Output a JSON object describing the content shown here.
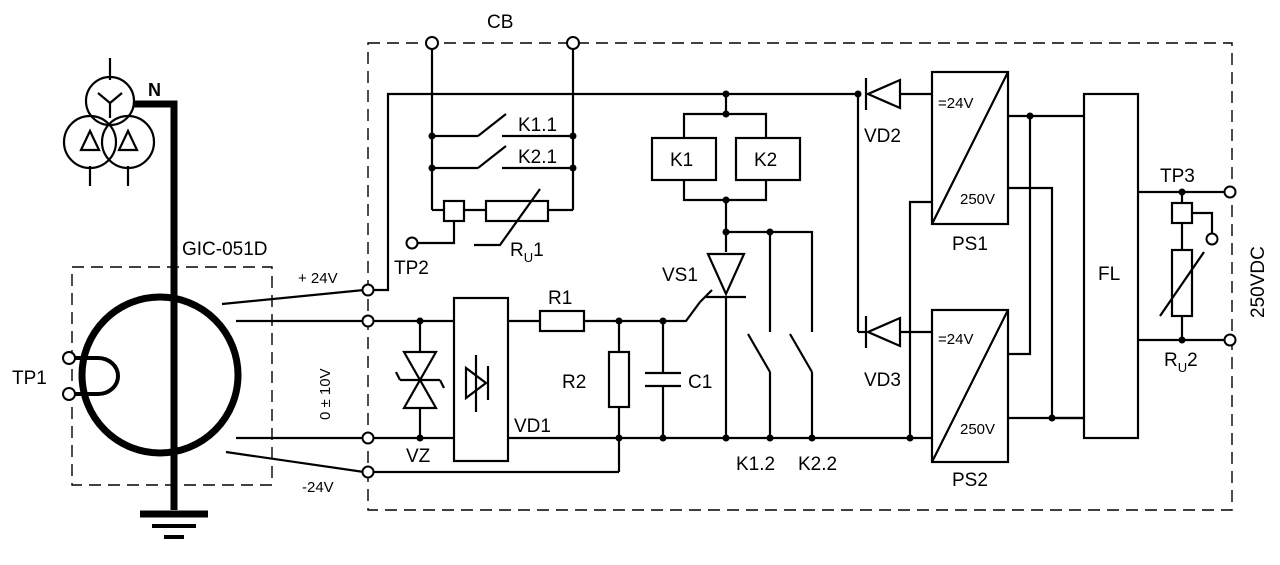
{
  "labels": {
    "cb": "CB",
    "neutral": "N",
    "sensor": "GIC-051D",
    "plus24": "+ 24V",
    "minus24": "-24V",
    "range": "0 ± 10V",
    "tp1": "TP1",
    "tp2": "TP2",
    "tp3": "TP3",
    "k11": "K1.1",
    "k21": "K2.1",
    "k1": "K1",
    "k2": "K2",
    "k12": "K1.2",
    "k22": "K2.2",
    "ru1_main": "R",
    "ru1_sub": "U",
    "ru1_tail": "1",
    "ru2_main": "R",
    "ru2_sub": "U",
    "ru2_tail": "2",
    "vs1": "VS1",
    "r1": "R1",
    "r2": "R2",
    "c1": "C1",
    "vd1": "VD1",
    "vz": "VZ",
    "vd2": "VD2",
    "vd3": "VD3",
    "ps1": "PS1",
    "ps2": "PS2",
    "ps1_in": "=24V",
    "ps1_out": "250V",
    "ps2_in": "=24V",
    "ps2_out": "250V",
    "fl": "FL",
    "output": "250VDC"
  }
}
